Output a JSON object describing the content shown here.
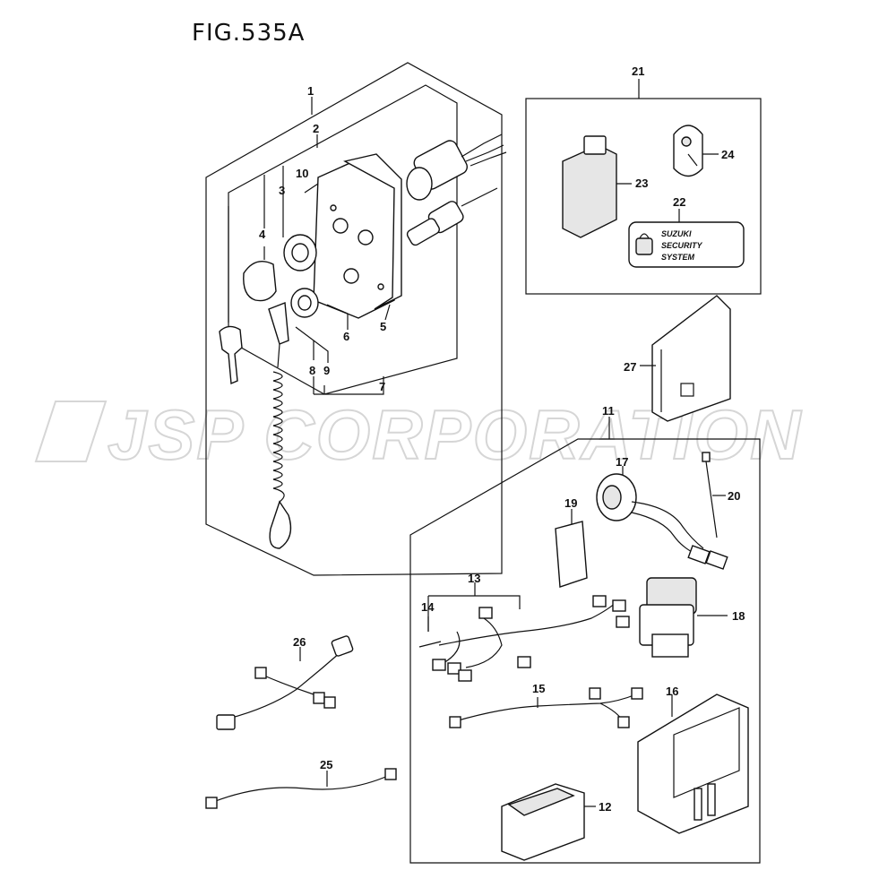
{
  "figure": {
    "title": "FIG.535A"
  },
  "watermark": {
    "text": "JSP CORPORATION",
    "color": "#d6d6d6"
  },
  "callouts": [
    "1",
    "2",
    "3",
    "4",
    "5",
    "6",
    "7",
    "8",
    "9",
    "10",
    "11",
    "12",
    "13",
    "14",
    "15",
    "16",
    "17",
    "18",
    "19",
    "20",
    "21",
    "22",
    "23",
    "24",
    "25",
    "26",
    "27"
  ],
  "decal": {
    "line1": "SUZUKI",
    "line2": "SECURITY",
    "line3": "SYSTEM"
  }
}
